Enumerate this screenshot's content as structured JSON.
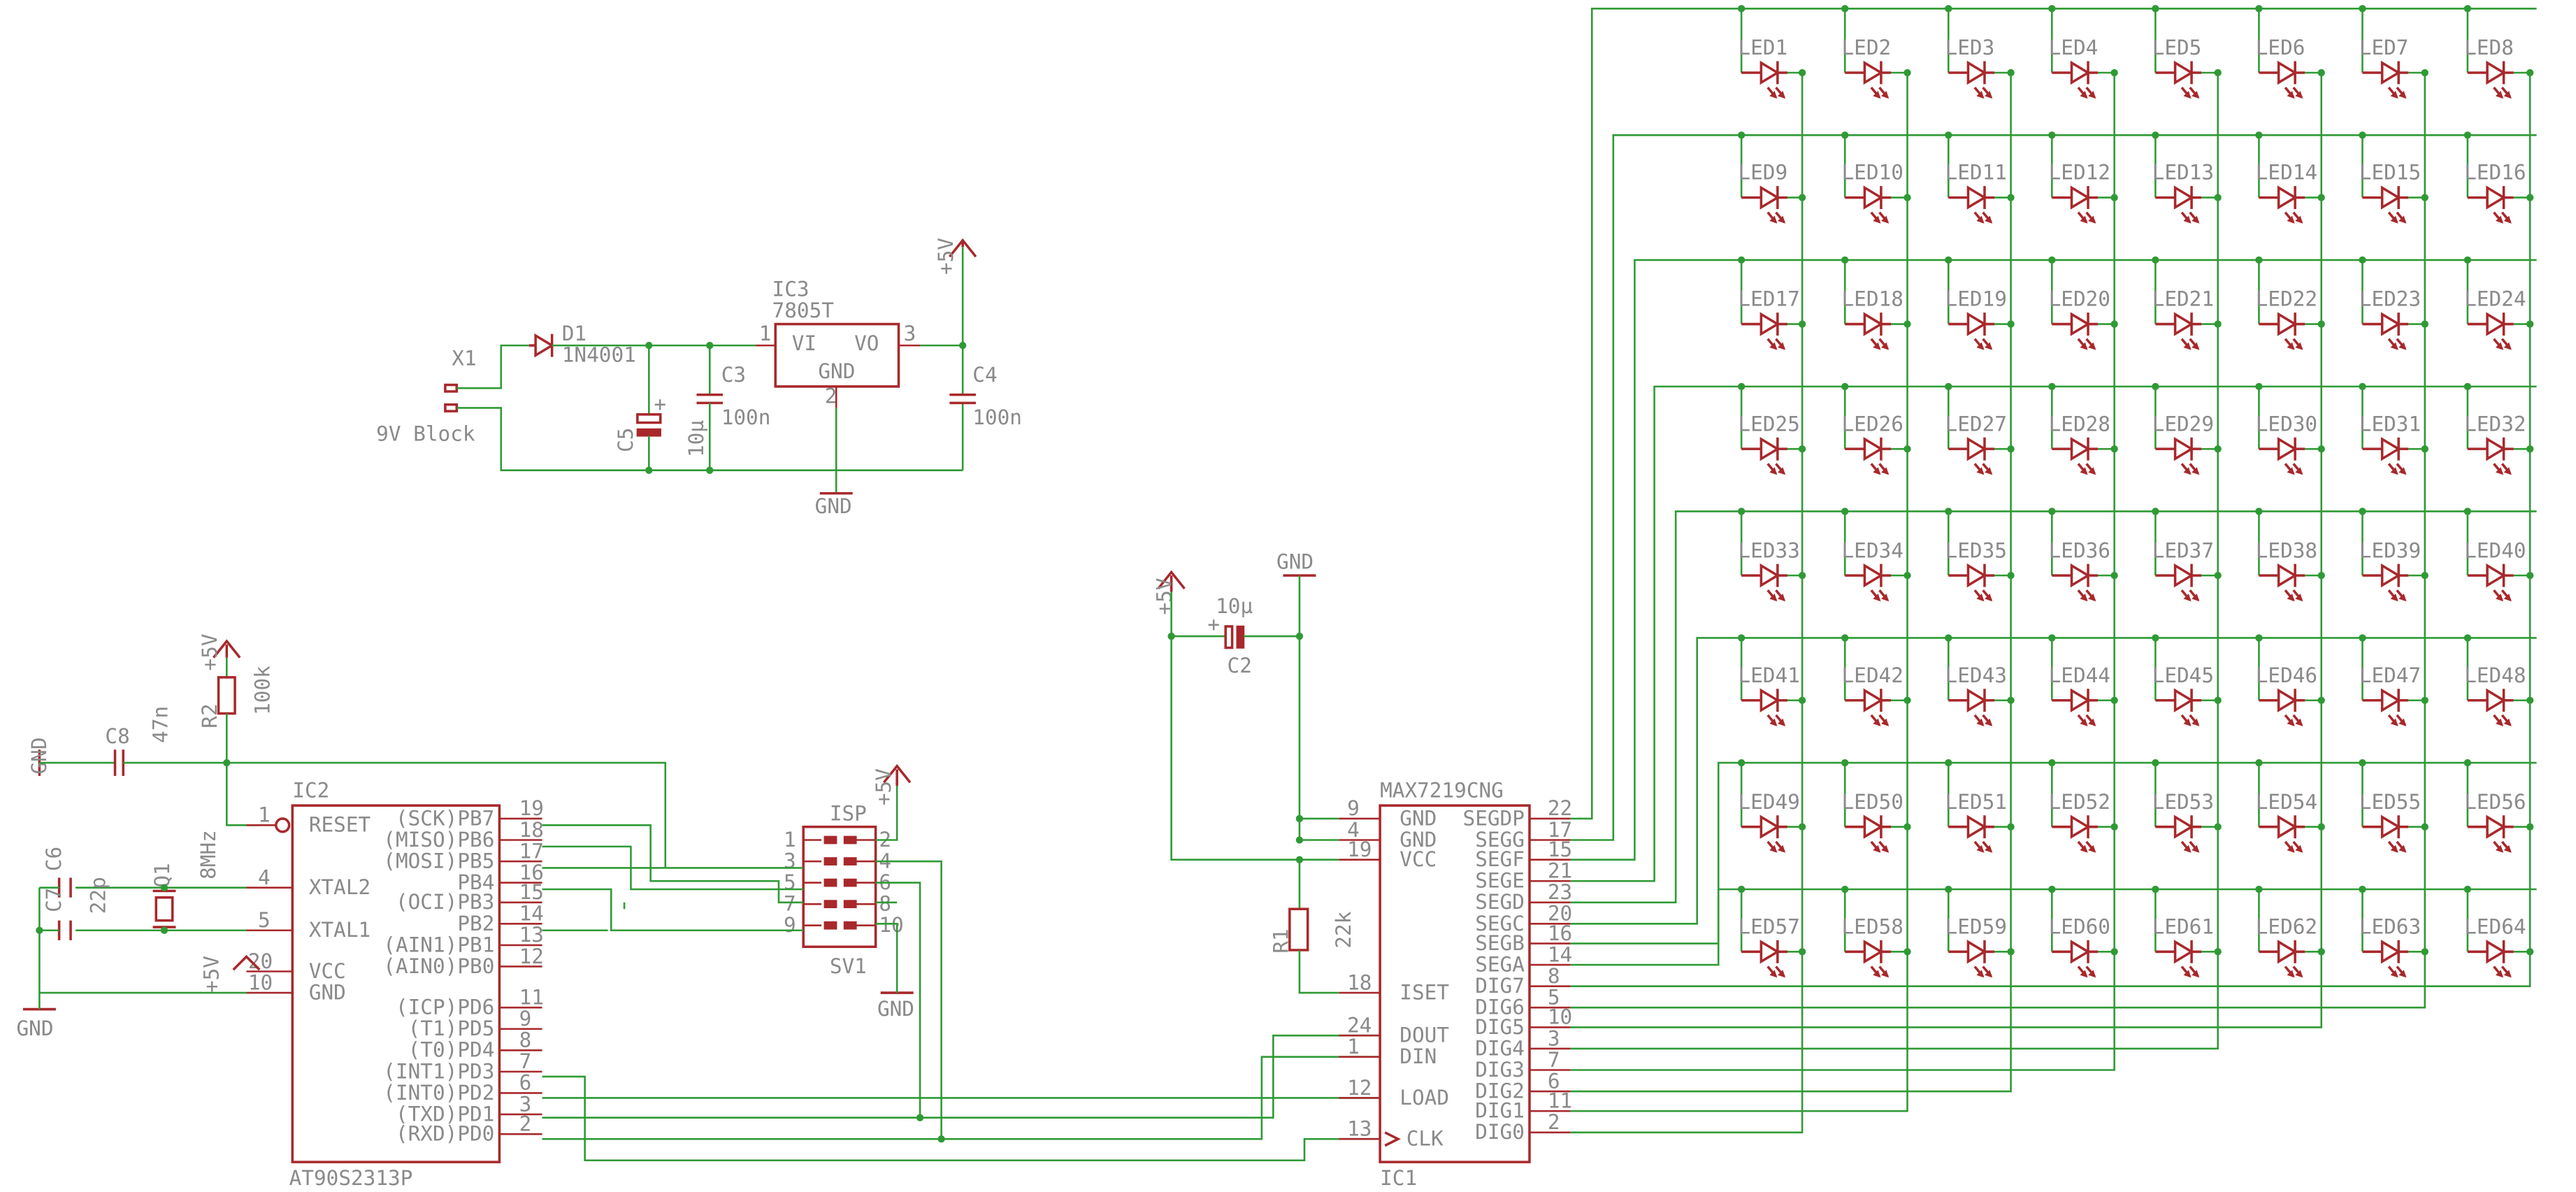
{
  "supply_section": {
    "x1_label": "X1",
    "x1_value": "9V Block",
    "d1_name": "D1",
    "d1_value": "1N4001",
    "ic3_name": "IC3",
    "ic3_value": "7805T",
    "ic3_pin_vi": "VI",
    "ic3_pin_vo": "VO",
    "ic3_pin_gnd": "GND",
    "ic3_pin1": "1",
    "ic3_pin2": "2",
    "ic3_pin3": "3",
    "c5_name": "C5",
    "c5_value": "10µ",
    "c3_name": "C3",
    "c3_value": "100n",
    "c4_name": "C4",
    "c4_value": "100n",
    "vcc_label": "+5V",
    "gnd_label": "GND"
  },
  "mcu_section": {
    "ic2_name": "IC2",
    "ic2_value": "AT90S2313P",
    "c8_name": "C8",
    "c8_value": "47n",
    "r2_name": "R2",
    "r2_value": "100k",
    "c6_name": "C6",
    "c7_name": "C7",
    "c67_value": "22p",
    "c67_value2": "22p",
    "q1_name": "Q1",
    "q1_value": "8MHz",
    "gnd_label": "GND",
    "vcc_label": "+5V",
    "left_pins": [
      {
        "name": "RESET",
        "num": "1"
      },
      {
        "name": "XTAL2",
        "num": "4"
      },
      {
        "name": "XTAL1",
        "num": "5"
      },
      {
        "name": "VCC",
        "num": "20"
      },
      {
        "name": "GND",
        "num": "10"
      }
    ],
    "right_pins": [
      {
        "name": "(SCK)PB7",
        "num": "19"
      },
      {
        "name": "(MISO)PB6",
        "num": "18"
      },
      {
        "name": "(MOSI)PB5",
        "num": "17"
      },
      {
        "name": "PB4",
        "num": "16"
      },
      {
        "name": "(OCI)PB3",
        "num": "15"
      },
      {
        "name": "PB2",
        "num": "14"
      },
      {
        "name": "(AIN1)PB1",
        "num": "13"
      },
      {
        "name": "(AIN0)PB0",
        "num": "12"
      },
      {
        "name": "(ICP)PD6",
        "num": "11"
      },
      {
        "name": "(T1)PD5",
        "num": "9"
      },
      {
        "name": "(T0)PD4",
        "num": "8"
      },
      {
        "name": "(INT1)PD3",
        "num": "7"
      },
      {
        "name": "(INT0)PD2",
        "num": "6"
      },
      {
        "name": "(TXD)PD1",
        "num": "3"
      },
      {
        "name": "(RXD)PD0",
        "num": "2"
      }
    ]
  },
  "isp_section": {
    "name": "ISP",
    "value": "SV1",
    "vcc_label": "+5V",
    "gnd_label": "GND",
    "left_pins": [
      "1",
      "3",
      "5",
      "7",
      "9"
    ],
    "right_pins": [
      "2",
      "4",
      "6",
      "8",
      "10"
    ]
  },
  "driver_section": {
    "ic1_value": "MAX7219CNG",
    "ic1_name": "IC1",
    "c2_name": "C2",
    "c2_value": "10µ",
    "r1_name": "R1",
    "r1_value": "22k",
    "vcc_label": "+5V",
    "gnd_label": "GND",
    "left_pins": [
      {
        "name": "GND",
        "num": "9"
      },
      {
        "name": "GND",
        "num": "4"
      },
      {
        "name": "VCC",
        "num": "19"
      },
      {
        "name": "ISET",
        "num": "18"
      },
      {
        "name": "DOUT",
        "num": "24"
      },
      {
        "name": "DIN",
        "num": "1"
      },
      {
        "name": "LOAD",
        "num": "12"
      },
      {
        "name": "CLK",
        "num": "13"
      }
    ],
    "right_pins": [
      {
        "name": "SEGDP",
        "num": "22"
      },
      {
        "name": "SEGG",
        "num": "17"
      },
      {
        "name": "SEGF",
        "num": "15"
      },
      {
        "name": "SEGE",
        "num": "21"
      },
      {
        "name": "SEGD",
        "num": "23"
      },
      {
        "name": "SEGC",
        "num": "20"
      },
      {
        "name": "SEGB",
        "num": "16"
      },
      {
        "name": "SEGA",
        "num": "14"
      },
      {
        "name": "DIG7",
        "num": "8"
      },
      {
        "name": "DIG6",
        "num": "5"
      },
      {
        "name": "DIG5",
        "num": "10"
      },
      {
        "name": "DIG4",
        "num": "3"
      },
      {
        "name": "DIG3",
        "num": "7"
      },
      {
        "name": "DIG2",
        "num": "6"
      },
      {
        "name": "DIG1",
        "num": "11"
      },
      {
        "name": "DIG0",
        "num": "2"
      }
    ]
  },
  "led_matrix": {
    "labels": [
      "LED1",
      "LED2",
      "LED3",
      "LED4",
      "LED5",
      "LED6",
      "LED7",
      "LED8",
      "LED9",
      "LED10",
      "LED11",
      "LED12",
      "LED13",
      "LED14",
      "LED15",
      "LED16",
      "LED17",
      "LED18",
      "LED19",
      "LED20",
      "LED21",
      "LED22",
      "LED23",
      "LED24",
      "LED25",
      "LED26",
      "LED27",
      "LED28",
      "LED29",
      "LED30",
      "LED31",
      "LED32",
      "LED33",
      "LED34",
      "LED35",
      "LED36",
      "LED37",
      "LED38",
      "LED39",
      "LED40",
      "LED41",
      "LED42",
      "LED43",
      "LED44",
      "LED45",
      "LED46",
      "LED47",
      "LED48",
      "LED49",
      "LED50",
      "LED51",
      "LED52",
      "LED53",
      "LED54",
      "LED55",
      "LED56",
      "LED57",
      "LED58",
      "LED59",
      "LED60",
      "LED61",
      "LED62",
      "LED63",
      "LED64"
    ]
  },
  "colors": {
    "symbol": "#a8282b",
    "wire": "#2f9a35",
    "text": "#8a8a8a",
    "background": "#ffffff"
  }
}
